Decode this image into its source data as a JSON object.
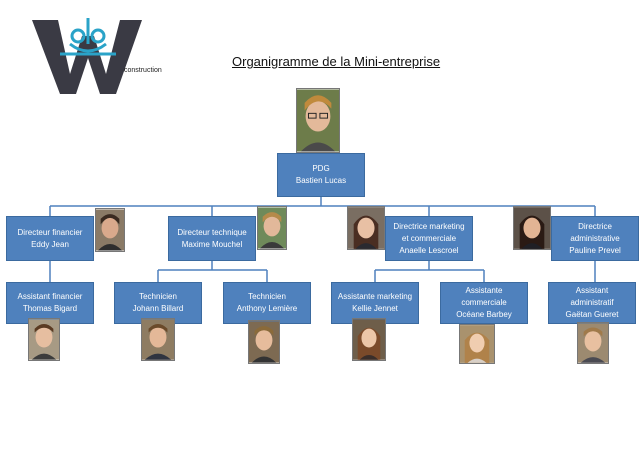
{
  "title": "Organigramme de la Mini-entreprise",
  "logo": {
    "letter": "W",
    "caption": "construction"
  },
  "colors": {
    "box": "#4f81bd",
    "line": "#4f81bd",
    "logo_dark": "#3a3a44",
    "logo_accent": "#2aa3c8"
  },
  "nodes": {
    "pdg": {
      "role": "PDG",
      "name": "Bastien Lucas"
    },
    "dir_fin": {
      "role": "Directeur financier",
      "name": "Eddy Jean"
    },
    "dir_tech": {
      "role": "Directeur technique",
      "name": "Maxime Mouchel"
    },
    "dir_mkt": {
      "role_line1": "Directrice marketing",
      "role_line2": "et commerciale",
      "name": "Anaelle Lescroel"
    },
    "dir_adm": {
      "role_line1": "Directrice",
      "role_line2": "administrative",
      "name": "Pauline Prevel"
    },
    "ass_fin": {
      "role": "Assistant financier",
      "name": "Thomas Bigard"
    },
    "tech1": {
      "role": "Technicien",
      "name": "Johann Billard"
    },
    "tech2": {
      "role": "Technicien",
      "name": "Anthony Lemière"
    },
    "ass_mkt": {
      "role": "Assistante marketing",
      "name": "Kellie Jennet"
    },
    "ass_com": {
      "role_line1": "Assistante",
      "role_line2": "commerciale",
      "name": "Océane Barbey"
    },
    "ass_adm": {
      "role_line1": "Assistant",
      "role_line2": "administratif",
      "name": "Gaëtan Gueret"
    }
  }
}
